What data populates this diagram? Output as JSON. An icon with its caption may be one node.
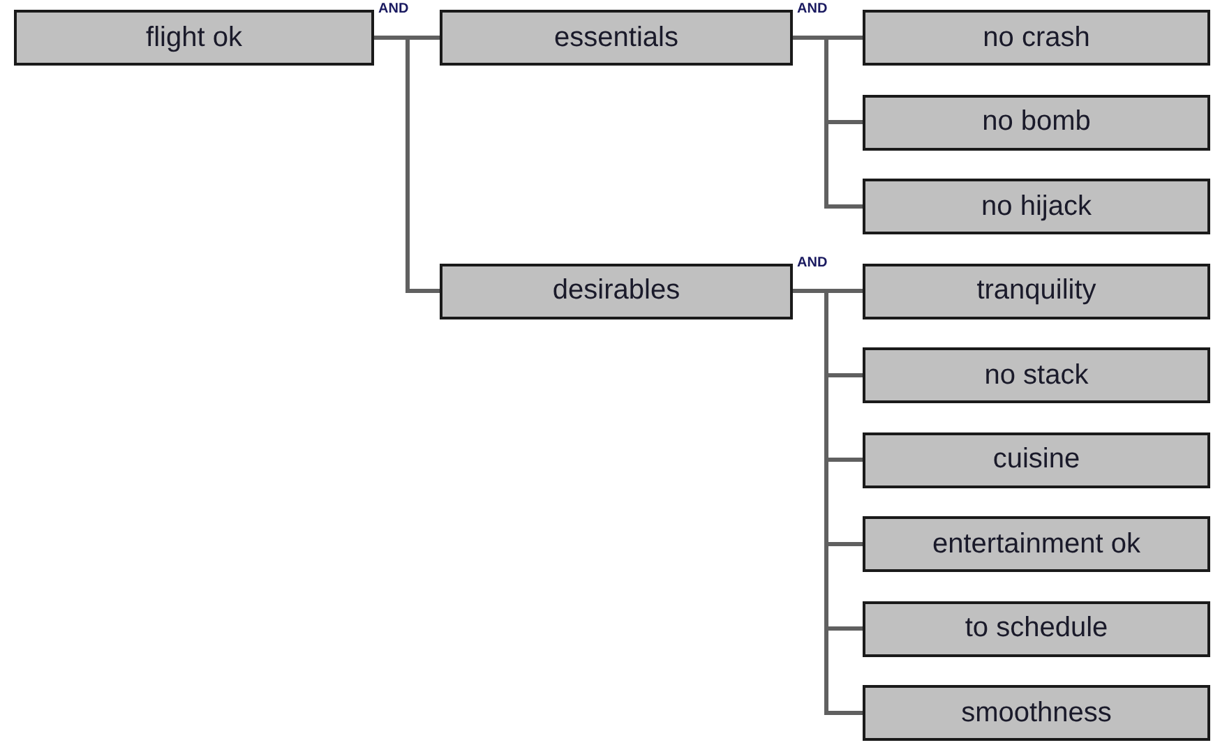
{
  "diagram": {
    "nodes": [
      {
        "text": [
          "flight ok"
        ]
      },
      {
        "text": [
          "essentials"
        ]
      },
      {
        "text": [
          "desirables"
        ]
      },
      {
        "text": [
          "no crash"
        ]
      },
      {
        "text": [
          "no bomb"
        ]
      },
      {
        "text": [
          "no hijack"
        ]
      },
      {
        "text": [
          "tranquility"
        ]
      },
      {
        "text": [
          "no stack"
        ]
      },
      {
        "text": [
          "cuisine"
        ]
      },
      {
        "text": [
          "entertainment ok"
        ]
      },
      {
        "text": [
          "to schedule"
        ]
      },
      {
        "text": [
          "smoothness"
        ]
      }
    ],
    "edges": [
      {
        "from": 0,
        "to": 1,
        "arrow": "none"
      },
      {
        "from": 0,
        "to": 2,
        "arrow": "none"
      },
      {
        "from": 1,
        "to": 3,
        "arrow": "none"
      },
      {
        "from": 1,
        "to": 4,
        "arrow": "none"
      },
      {
        "from": 1,
        "to": 5,
        "arrow": "none"
      },
      {
        "from": 2,
        "to": 6,
        "arrow": "none"
      },
      {
        "from": 2,
        "to": 7,
        "arrow": "none"
      },
      {
        "from": 2,
        "to": 8,
        "arrow": "none"
      },
      {
        "from": 2,
        "to": 9,
        "arrow": "none"
      },
      {
        "from": 2,
        "to": 10,
        "arrow": "none"
      },
      {
        "from": 2,
        "to": 11,
        "arrow": "none"
      }
    ],
    "labels": [
      "AND",
      "AND",
      "AND"
    ]
  }
}
